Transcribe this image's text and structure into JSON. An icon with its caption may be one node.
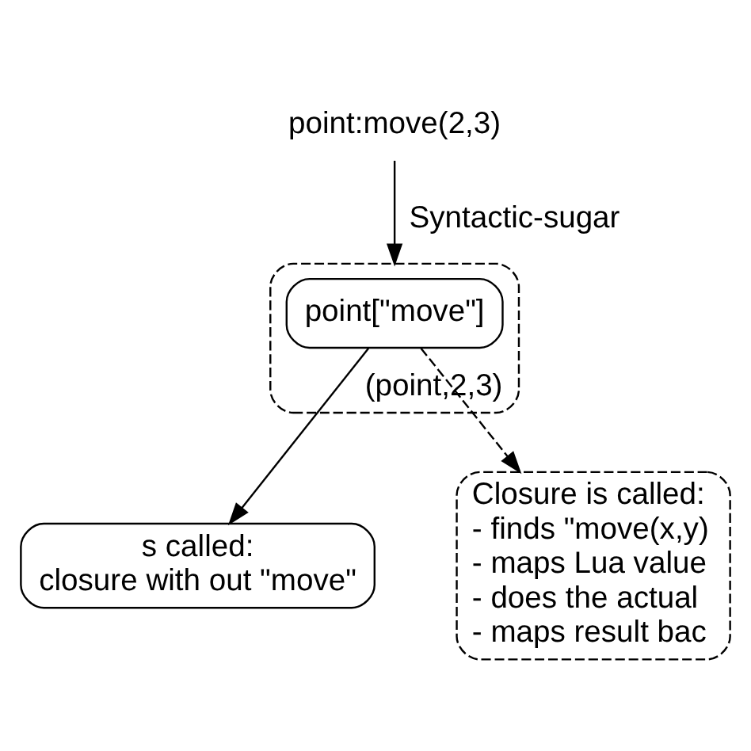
{
  "diagram": {
    "nodes": [
      {
        "text": [
          "point:move(2,3)"
        ]
      },
      {
        "text": [
          "(point,2,3)"
        ]
      },
      {
        "text": [
          "point[\"move\"]"
        ],
        "in": 1
      },
      {
        "text": [
          "s called:",
          "closure with out \"move\""
        ]
      },
      {
        "text": [
          "Closure is called:",
          "- finds \"move(x,y)",
          "- maps Lua value",
          "- does the actual",
          "- maps result bac"
        ]
      }
    ],
    "edges": [
      {
        "from": 0,
        "to": 1,
        "arrow": "to",
        "label": "Syntactic-sugar"
      },
      {
        "from": 2,
        "to": 3,
        "arrow": "to"
      },
      {
        "from": 2,
        "to": 4,
        "arrow": "to",
        "style": "dashed"
      }
    ]
  }
}
